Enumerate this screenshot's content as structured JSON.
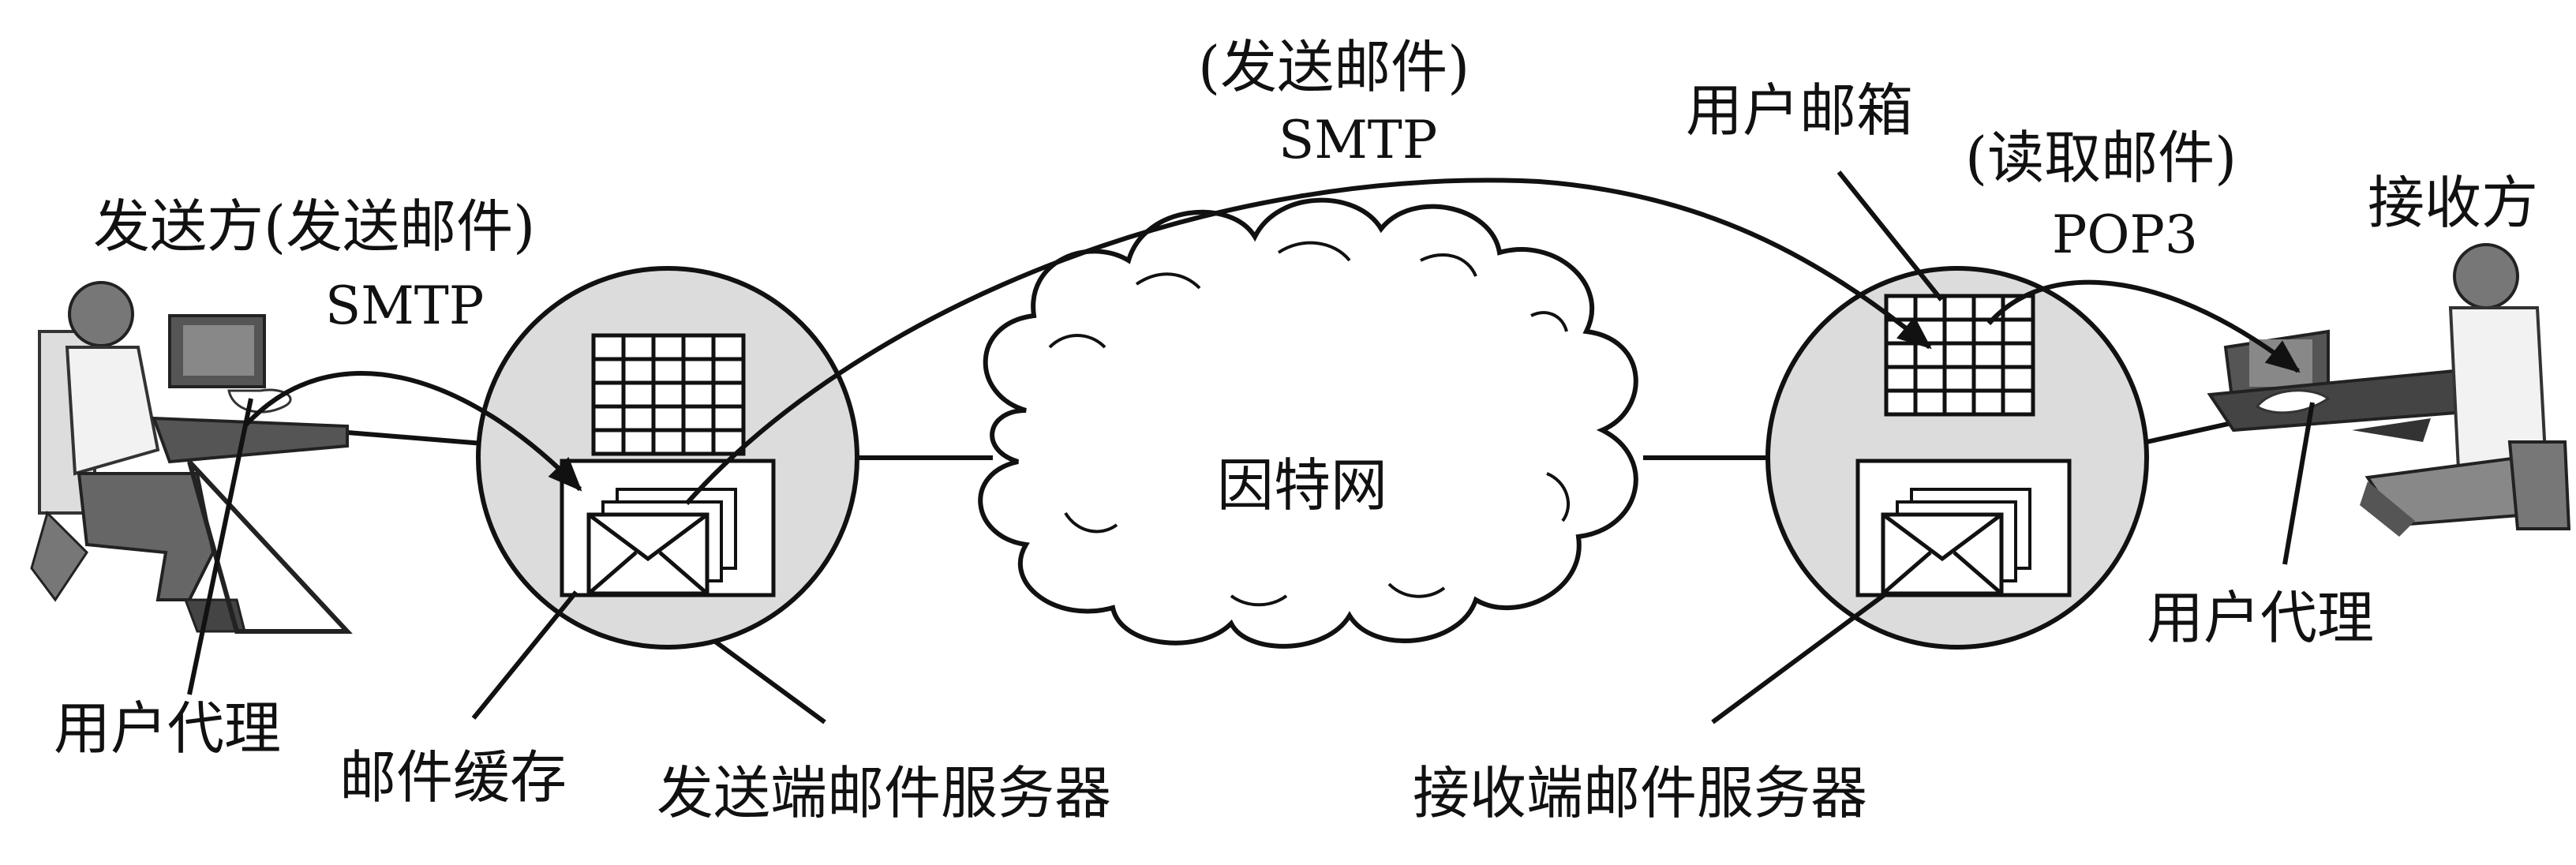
{
  "labels": {
    "sender": "发送方(发送邮件)",
    "sender_protocol": "SMTP",
    "top_action": "(发送邮件)",
    "top_protocol": "SMTP",
    "user_mailbox": "用户邮箱",
    "read_action": "(读取邮件)",
    "read_protocol": "POP3",
    "receiver": "接收方",
    "internet": "因特网",
    "user_agent_left": "用户代理",
    "mail_buffer": "邮件缓存",
    "sender_server": "发送端邮件服务器",
    "receiver_server": "接收端邮件服务器",
    "user_agent_right": "用户代理"
  },
  "colors": {
    "server_fill": "#dcdcdc",
    "stroke": "#111111",
    "background": "#ffffff"
  },
  "icons": {
    "sender_person": "person-at-computer-icon",
    "receiver_person": "person-at-computer-icon",
    "mailbox_grid": "mailbox-grid-icon",
    "envelope": "envelope-stack-icon",
    "cloud": "cloud-icon"
  }
}
